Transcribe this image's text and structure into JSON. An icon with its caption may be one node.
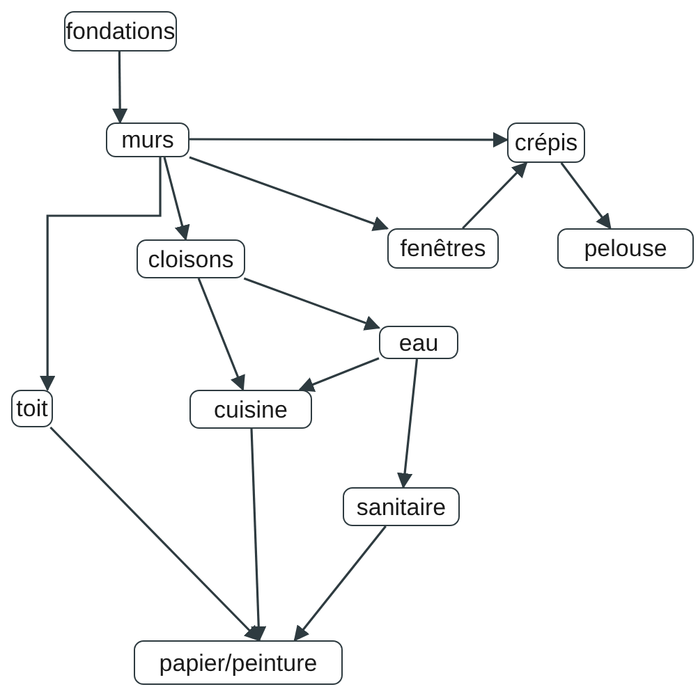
{
  "diagram": {
    "nodes": [
      {
        "text": [
          "fondations"
        ]
      },
      {
        "text": [
          "murs"
        ]
      },
      {
        "text": [
          "crépis"
        ]
      },
      {
        "text": [
          "fenêtres"
        ]
      },
      {
        "text": [
          "pelouse"
        ]
      },
      {
        "text": [
          "cloisons"
        ]
      },
      {
        "text": [
          "eau"
        ]
      },
      {
        "text": [
          "toit"
        ]
      },
      {
        "text": [
          "cuisine"
        ]
      },
      {
        "text": [
          "sanitaire"
        ]
      },
      {
        "text": [
          "papier/peinture"
        ]
      }
    ],
    "edges": [
      {
        "from": 0,
        "to": 1,
        "arrow": "to"
      },
      {
        "from": 1,
        "to": 2,
        "arrow": "to"
      },
      {
        "from": 1,
        "to": 3,
        "arrow": "to"
      },
      {
        "from": 3,
        "to": 2,
        "arrow": "to"
      },
      {
        "from": 2,
        "to": 4,
        "arrow": "to"
      },
      {
        "from": 1,
        "to": 7,
        "arrow": "to"
      },
      {
        "from": 1,
        "to": 5,
        "arrow": "to"
      },
      {
        "from": 5,
        "to": 8,
        "arrow": "to"
      },
      {
        "from": 5,
        "to": 6,
        "arrow": "to"
      },
      {
        "from": 6,
        "to": 8,
        "arrow": "to"
      },
      {
        "from": 6,
        "to": 9,
        "arrow": "to"
      },
      {
        "from": 7,
        "to": 10,
        "arrow": "to"
      },
      {
        "from": 8,
        "to": 10,
        "arrow": "to"
      },
      {
        "from": 9,
        "to": 10,
        "arrow": "to"
      }
    ]
  }
}
